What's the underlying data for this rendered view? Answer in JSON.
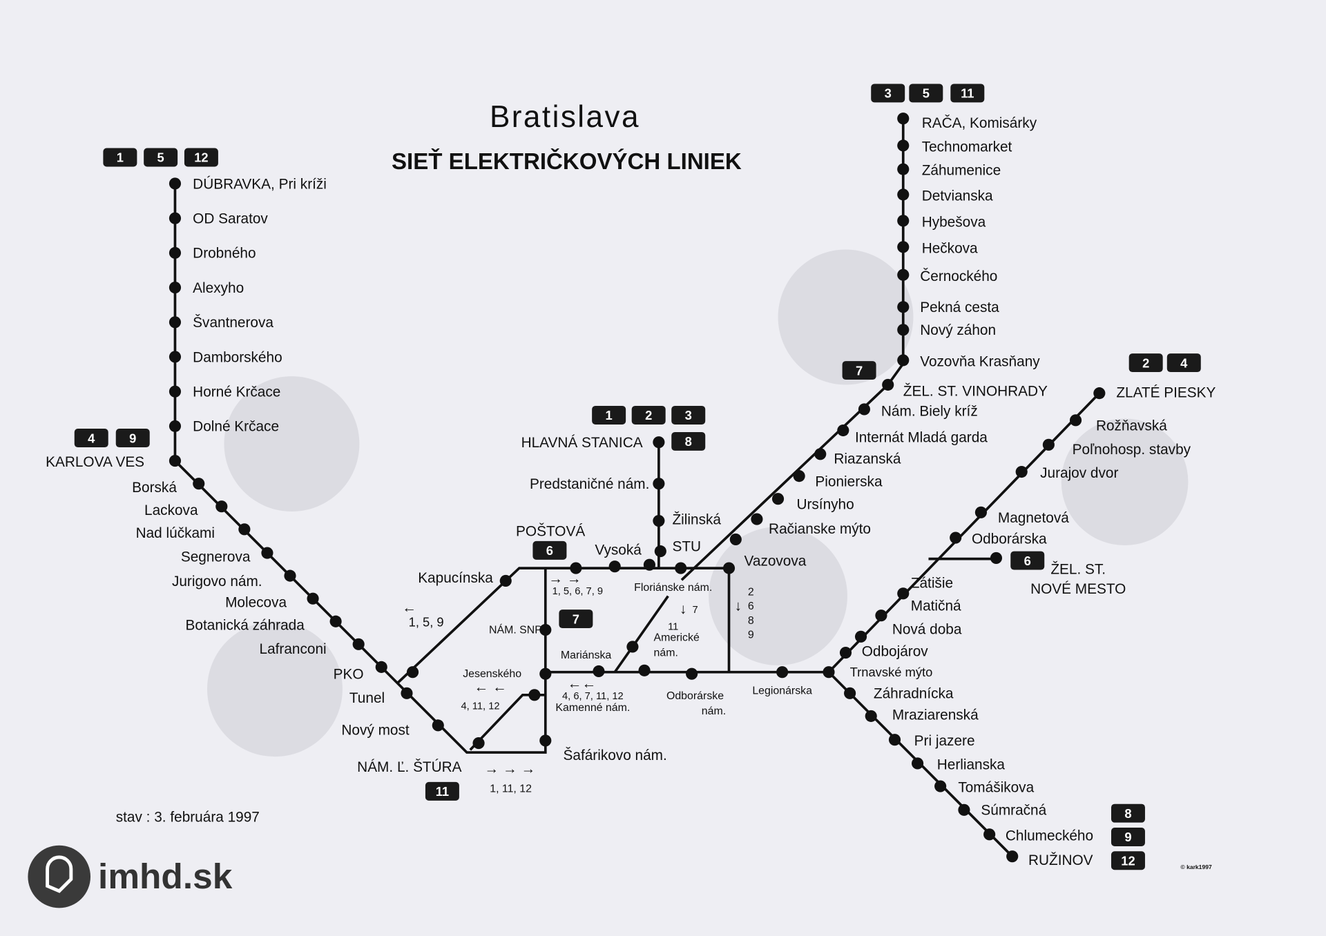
{
  "title": "Bratislava",
  "subtitle": "SIEŤ ELEKTRIČKOVÝCH LINIEK",
  "date_note": "stav :  3. februára 1997",
  "copyright": "© kark1997",
  "logo_text": "imhd.sk",
  "colors": {
    "paper": "#eeeef3",
    "ink": "#111111",
    "badge": "#1a1a1a"
  },
  "badges": {
    "dubravka": [
      "1",
      "5",
      "12"
    ],
    "karlova_ves": [
      "4",
      "9"
    ],
    "raca": [
      "3",
      "5",
      "11"
    ],
    "hlavna": [
      "1",
      "2",
      "3",
      "8"
    ],
    "postova": [
      "6"
    ],
    "snp": [
      "7"
    ],
    "stura": [
      "11"
    ],
    "vinohrady": [
      "7"
    ],
    "zlate_piesky": [
      "2",
      "4"
    ],
    "nove_mesto": [
      "6"
    ],
    "ruzinov": [
      "8",
      "9",
      "12"
    ]
  },
  "west": [
    "DÚBRAVKA, Pri kríži",
    "OD Saratov",
    "Drobného",
    "Alexyho",
    "Švantnerova",
    "Damborského",
    "Horné Krčace",
    "Dolné Krčace",
    "KARLOVA VES",
    "Borská",
    "Lackova",
    "Nad lúčkami",
    "Segnerova",
    "Jurigovo nám.",
    "Molecova",
    "Botanická záhrada",
    "Lafranconi",
    "PKO",
    "Tunel",
    "Nový most",
    "NÁM. Ľ. ŠTÚRA"
  ],
  "center": [
    "Kapucínska",
    "POŠTOVÁ",
    "Vysoká",
    "HLAVNÁ STANICA",
    "Predstaničné nám.",
    "Žilinská",
    "STU",
    "Floriánske nám.",
    "Vazovova",
    "NÁM. SNP",
    "Mariánska",
    "Americké",
    "nám.",
    "Jesenského",
    "Kamenné nám.",
    "Odborárske",
    "nám.",
    "Legionárska",
    "Šafárikovo nám."
  ],
  "north": [
    "RAČA, Komisárky",
    "Technomarket",
    "Záhumenice",
    "Detvianska",
    "Hybešova",
    "Hečkova",
    "Černockého",
    "Pekná cesta",
    "Nový záhon",
    "Vozovňa Krasňany",
    "ŽEL. ST. VINOHRADY",
    "Nám. Biely kríž",
    "Internát Mladá garda",
    "Riazanská",
    "Pionierska",
    "Ursínyho",
    "Račianske mýto"
  ],
  "east": [
    "ZLATÉ PIESKY",
    "Rožňavská",
    "Poľnohosp. stavby",
    "Jurajov dvor",
    "Magnetová",
    "Odborárska",
    "ŽEL. ST.",
    "NOVÉ MESTO",
    "Zátišie",
    "Matičná",
    "Nová doba",
    "Odbojárov",
    "Trnavské mýto",
    "Záhradnícka",
    "Mraziarenská",
    "Pri jazere",
    "Herlianska",
    "Tomášikova",
    "Súmračná",
    "Chlumeckého",
    "RUŽINOV"
  ],
  "annotations": {
    "a1_arrow": "←",
    "a1_lines": "1, 5, 9",
    "a2_arrow": "→ →",
    "a2_lines": "1, 5, 6, 7, 9",
    "a3_arrow": "← ←",
    "a3_lines": "4, 11, 12",
    "a4_arrow": "←←",
    "a4_lines": "4, 6, 7, 11, 12",
    "a5_arrow": "→  →  →",
    "a5_lines": "1,  11,  12",
    "a6_arrow": "↓",
    "a6_line": "7",
    "a6_line2": "11",
    "a7_arrow": "↓",
    "a7_lines": [
      "2",
      "6",
      "8",
      "9"
    ]
  }
}
